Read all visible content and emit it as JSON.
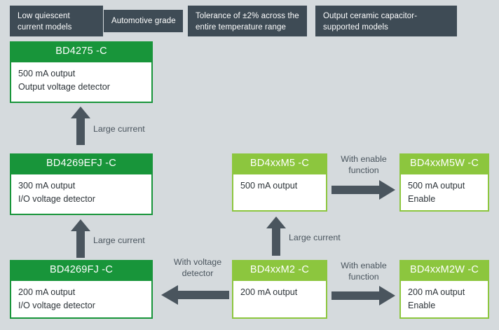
{
  "background_color": "#d5dadd",
  "colors": {
    "chip_bg": "#3e4b55",
    "dark_green": "#18953a",
    "light_green": "#8cc63e",
    "arrow_gray": "#4a555e",
    "body_text": "#2c3338"
  },
  "header_chips": [
    {
      "id": "low-quiescent",
      "lines": [
        "Low quiescent",
        "current models"
      ]
    },
    {
      "id": "automotive-grade",
      "lines": [
        "Automotive grade"
      ]
    },
    {
      "id": "tolerance",
      "lines": [
        "Tolerance of ±2% across the",
        "entire temperature range"
      ]
    },
    {
      "id": "output-ceramic",
      "lines": [
        "Output ceramic capacitor-",
        "supported models"
      ]
    }
  ],
  "products": [
    {
      "id": "bd4275-c",
      "title": "BD4275 -C",
      "variant": "dark",
      "specs": [
        "500 mA output",
        "Output voltage detector"
      ]
    },
    {
      "id": "bd4269efj-c",
      "title": "BD4269EFJ -C",
      "variant": "dark",
      "specs": [
        "300 mA output",
        "I/O voltage detector"
      ]
    },
    {
      "id": "bd4269fj-c",
      "title": "BD4269FJ -C",
      "variant": "dark",
      "specs": [
        "200 mA output",
        "I/O voltage detector"
      ]
    },
    {
      "id": "bd4xxm5-c",
      "title": "BD4xxM5 -C",
      "variant": "light",
      "specs": [
        "500 mA output"
      ]
    },
    {
      "id": "bd4xxm5w-c",
      "title": "BD4xxM5W -C",
      "variant": "light",
      "specs": [
        "500 mA output",
        "Enable"
      ]
    },
    {
      "id": "bd4xxm2-c",
      "title": "BD4xxM2 -C",
      "variant": "light",
      "specs": [
        "200 mA output"
      ]
    },
    {
      "id": "bd4xxm2w-c",
      "title": "BD4xxM2W -C",
      "variant": "light",
      "specs": [
        "200 mA output",
        "Enable"
      ]
    }
  ],
  "arrows": [
    {
      "id": "left-upper-large-current",
      "direction": "up",
      "label_lines": [
        "Large current"
      ]
    },
    {
      "id": "left-lower-large-current",
      "direction": "up",
      "label_lines": [
        "Large current"
      ]
    },
    {
      "id": "middle-large-current",
      "direction": "up",
      "label_lines": [
        "Large current"
      ]
    },
    {
      "id": "m5-enable",
      "direction": "right",
      "label_lines": [
        "With enable",
        "function"
      ]
    },
    {
      "id": "m2-enable",
      "direction": "right",
      "label_lines": [
        "With enable",
        "function"
      ]
    },
    {
      "id": "voltage-detector",
      "direction": "left",
      "label_lines": [
        "With voltage",
        "detector"
      ]
    }
  ]
}
